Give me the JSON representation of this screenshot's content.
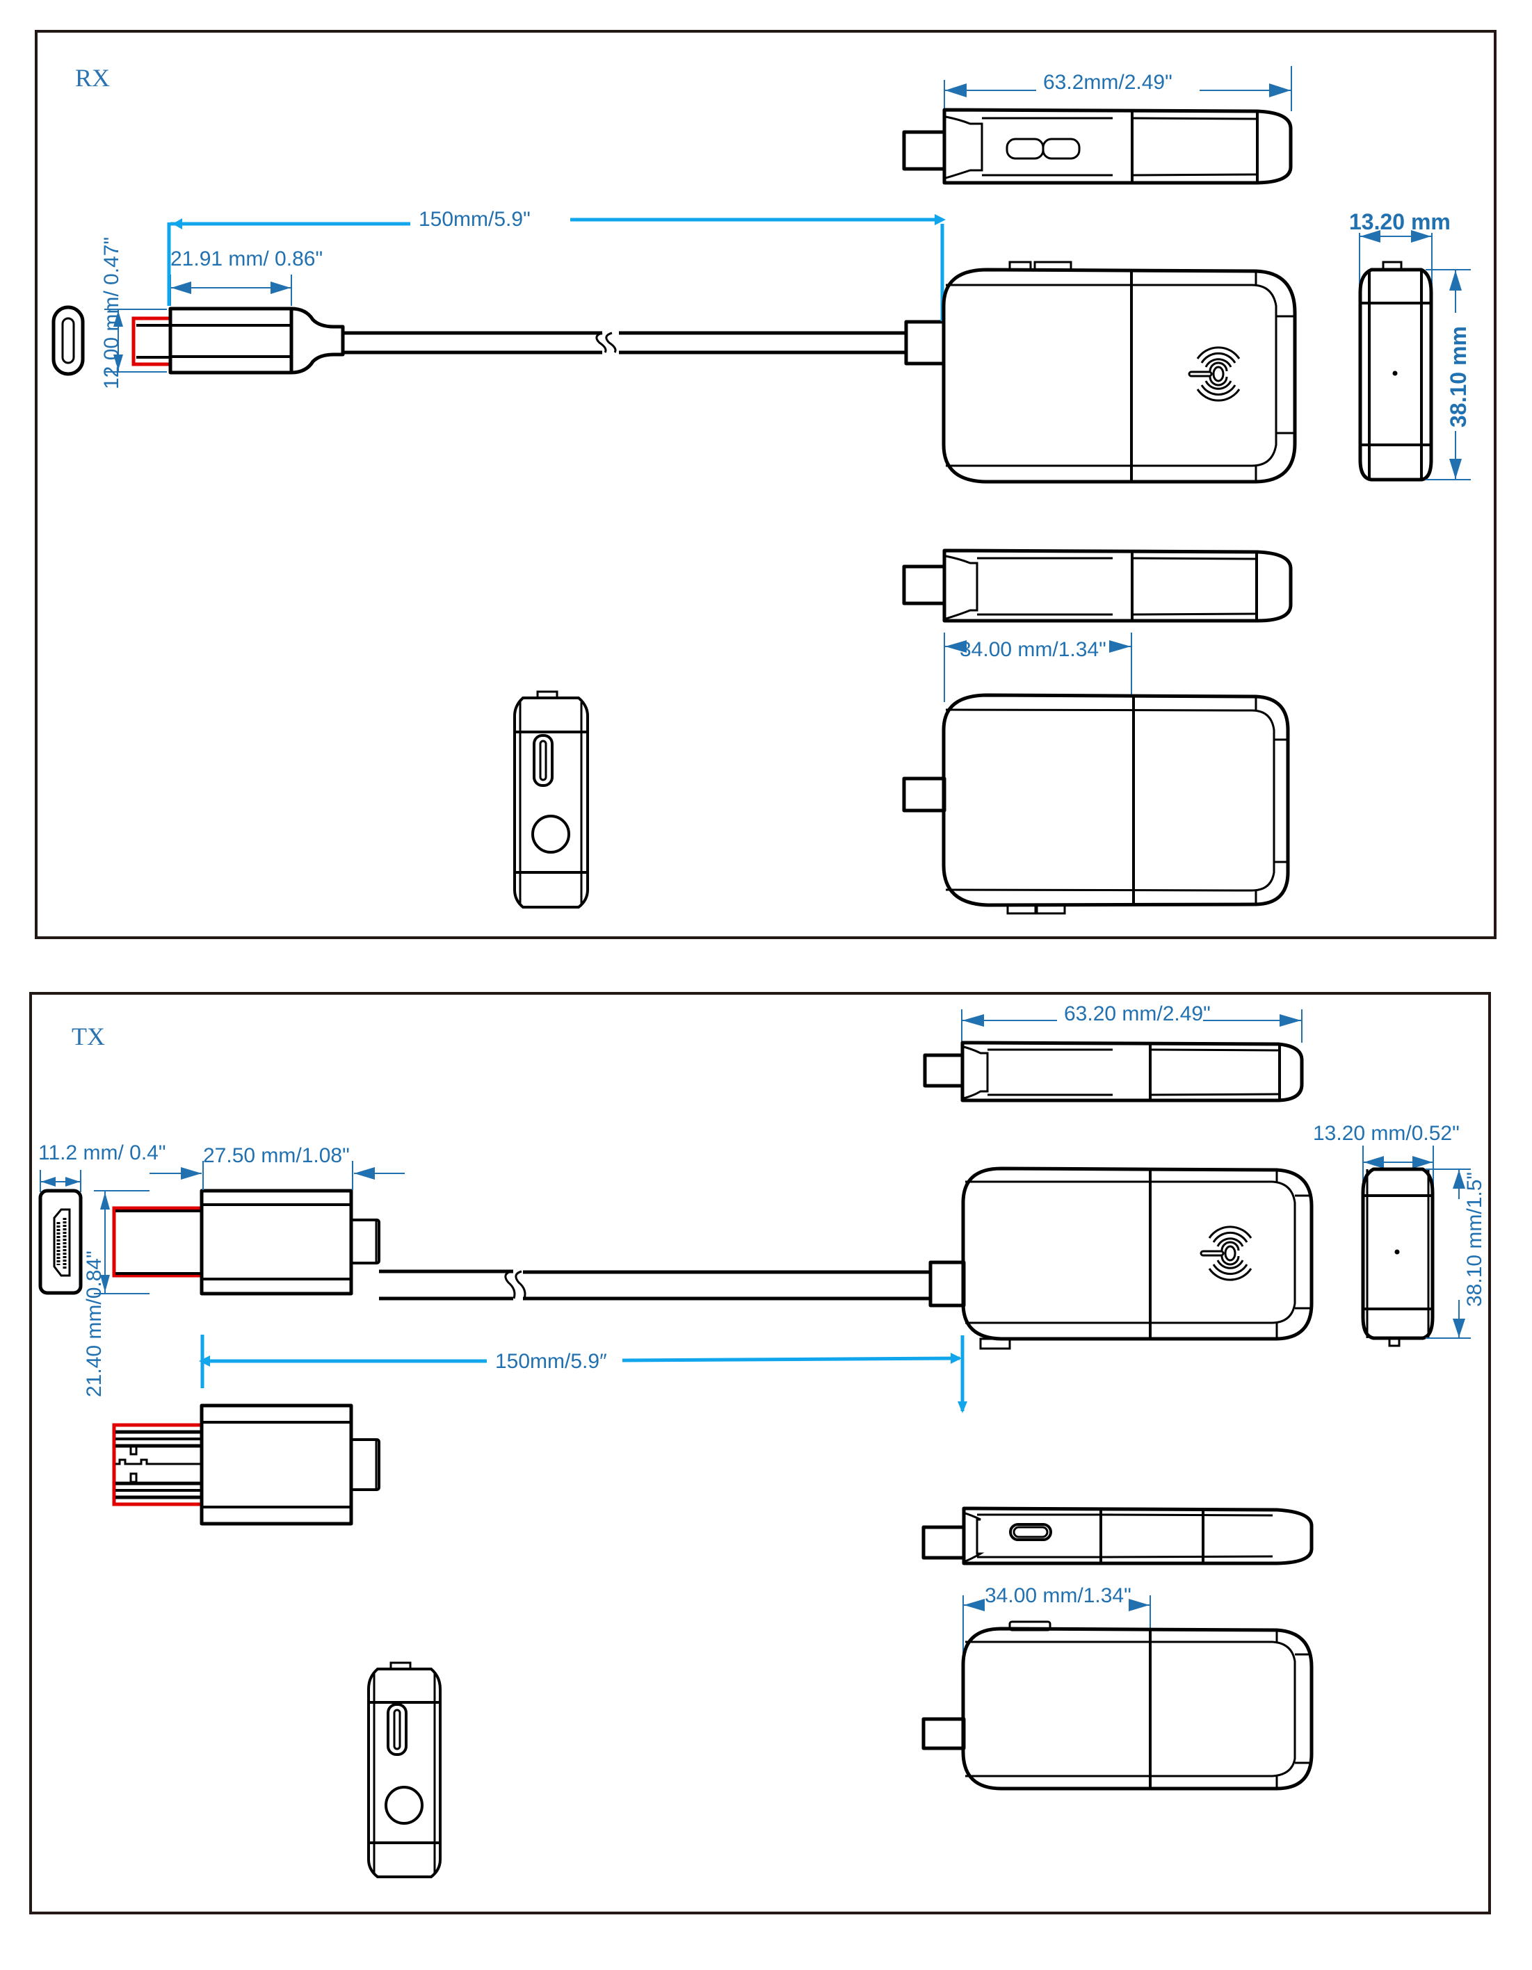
{
  "panels": [
    {
      "id": "rx",
      "label": "RX",
      "dimensions": {
        "device_length": "63.2mm/2.49\"",
        "cable_length": "150mm/5.9\"",
        "connector_length": "21.91 mm/ 0.86\"",
        "connector_height": "12.00 mm/ 0.47\"",
        "device_thickness": "13.20 mm",
        "device_width": "38.10 mm",
        "half_length": "34.00 mm/1.34\""
      },
      "connector_type": "USB-C"
    },
    {
      "id": "tx",
      "label": "TX",
      "dimensions": {
        "device_length": "63.20 mm/2.49\"",
        "cable_length": "150mm/5.9″",
        "port_width": "11.2 mm/ 0.4\"",
        "connector_length": "27.50 mm/1.08\"",
        "connector_height": "21.40 mm/0.84\"",
        "device_thickness": "13.20 mm/0.52\"",
        "device_width": "38.10 mm/1.5\"",
        "half_length": "34.00 mm/1.34\""
      },
      "connector_type": "HDMI"
    }
  ],
  "colors": {
    "dimension": "#2170b0",
    "cable_dimension": "#11a5ec",
    "highlight": "#e00000",
    "outline": "#000000"
  }
}
